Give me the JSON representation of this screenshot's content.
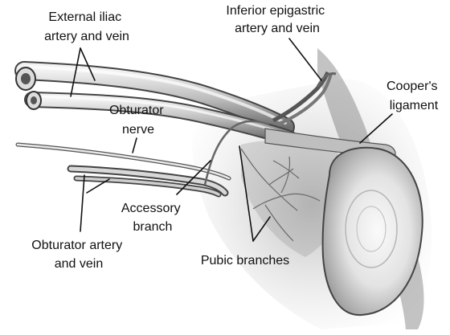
{
  "labels": {
    "external_iliac": [
      "External iliac",
      "artery and vein"
    ],
    "inferior_epigastric": [
      "Inferior epigastric",
      "artery and vein"
    ],
    "coopers": [
      "Cooper's",
      "ligament"
    ],
    "obturator_nerve": [
      "Obturator",
      "nerve"
    ],
    "accessory_branch": [
      "Accessory",
      "branch"
    ],
    "obturator_artery": [
      "Obturator artery",
      "and vein"
    ],
    "pubic_branches": "Pubic branches"
  }
}
